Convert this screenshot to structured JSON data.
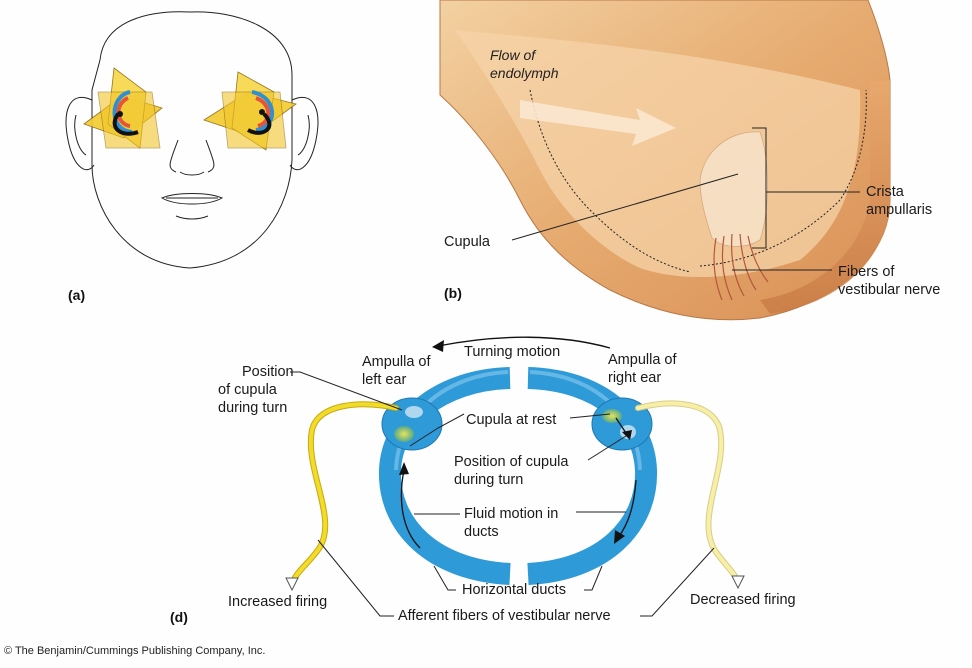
{
  "panels": {
    "a": {
      "letter": "(a)"
    },
    "b": {
      "letter": "(b)",
      "flow_line1": "Flow of",
      "flow_line2": "endolymph",
      "crista_line1": "Crista",
      "crista_line2": "ampullaris",
      "cupula": "Cupula",
      "fibers_line1": "Fibers of",
      "fibers_line2": "vestibular nerve"
    },
    "d": {
      "letter": "(d)",
      "turning_motion": "Turning motion",
      "ampulla_left_line1": "Ampulla of",
      "ampulla_left_line2": "left ear",
      "ampulla_right_line1": "Ampulla of",
      "ampulla_right_line2": "right ear",
      "pos_cupula_left_line1": "Position",
      "pos_cupula_left_line2": "of cupula",
      "pos_cupula_left_line3": "during turn",
      "cupula_at_rest": "Cupula at rest",
      "pos_cupula_mid_line1": "Position of cupula",
      "pos_cupula_mid_line2": "during turn",
      "fluid_line1": "Fluid motion in",
      "fluid_line2": "ducts",
      "horizontal_ducts": "Horizontal ducts",
      "increased_firing": "Increased firing",
      "decreased_firing": "Decreased firing",
      "afferent": "Afferent fibers of vestibular nerve"
    }
  },
  "credit": "© The Benjamin/Cummings Publishing Company, Inc.",
  "colors": {
    "duct_blue": "#2f9ad8",
    "plane_yellow": "#f4cc33",
    "nerve_yellow": "#f1dc2a",
    "nerve_pale": "#f7efa6",
    "tissue": "#e9b37a"
  }
}
